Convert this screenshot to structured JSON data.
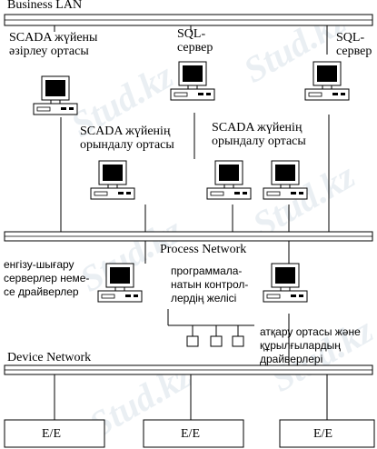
{
  "buses": {
    "business": "Business LAN",
    "process": "Process Network",
    "device": "Device Network"
  },
  "labels": {
    "scada_dev_1": "SCADA жүйены",
    "scada_dev_2": "әзірлеу ортасы",
    "sql1_1": "SQL-",
    "sql1_2": "сервер",
    "sql2_1": "SQL-",
    "sql2_2": "сервер",
    "runtime_a_1": "SCADA жүйенің",
    "runtime_a_2": "орындалу ортасы",
    "runtime_b_1": "SCADA жүйенің",
    "runtime_b_2": "орындалу ортасы",
    "io_1": "енгізу-шығару",
    "io_2": "серверлер неме-",
    "io_3": "се драйверлер",
    "prog_1": "программала-",
    "prog_2": "натын контрол-",
    "prog_3": "лердің желісі",
    "exec_1": "атқару ортасы және",
    "exec_2": "құрылғылардың",
    "exec_3": "драйверлері"
  },
  "devices": [
    "Е/Е",
    "Е/Е",
    "Е/Е"
  ],
  "watermark": "Stud.kz"
}
